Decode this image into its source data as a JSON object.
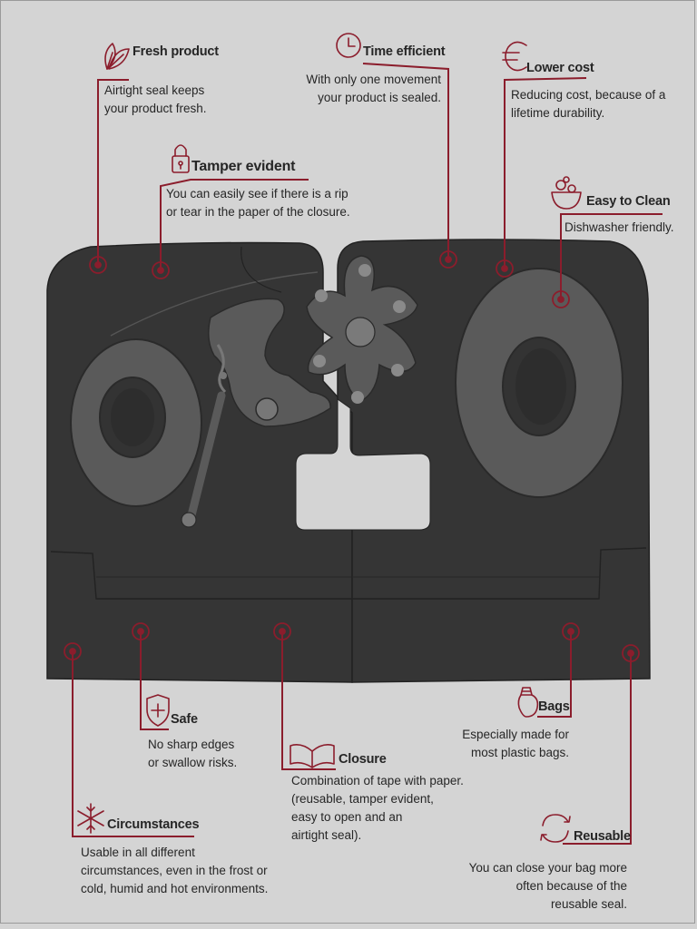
{
  "colors": {
    "background": "#d4d4d4",
    "machine_body": "#353535",
    "machine_parts": "#5a5a5a",
    "accent": "#8b1d2c",
    "text": "#262626"
  },
  "features": {
    "fresh_product": {
      "title": "Fresh product",
      "icon": "leaves-icon",
      "desc": [
        "Airtight seal keeps",
        "your product fresh."
      ]
    },
    "time_efficient": {
      "title": "Time efficient",
      "icon": "clock-icon",
      "desc": [
        "With only one movement",
        "your product is sealed."
      ]
    },
    "lower_cost": {
      "title": "Lower cost",
      "icon": "euro-icon",
      "desc": [
        "Reducing cost, because of a",
        "lifetime durability."
      ]
    },
    "tamper_evident": {
      "title": "Tamper evident",
      "icon": "padlock-icon",
      "desc": [
        "You can easily see if there is a rip",
        "or tear in the paper of the closure."
      ]
    },
    "easy_to_clean": {
      "title": "Easy to Clean",
      "icon": "dish-basin-icon",
      "desc": [
        "Dishwasher friendly."
      ]
    },
    "safe": {
      "title": "Safe",
      "icon": "shield-cross-icon",
      "desc": [
        "No sharp edges",
        "or swallow risks."
      ]
    },
    "bags": {
      "title": "Bags",
      "icon": "bag-icon",
      "desc": [
        "Especially made for",
        "most plastic bags."
      ]
    },
    "closure": {
      "title": "Closure",
      "icon": "open-book-icon",
      "desc": [
        "Combination of tape with paper.",
        "(reusable, tamper evident,",
        "easy to open and an",
        "airtight seal)."
      ]
    },
    "circumstances": {
      "title": "Circumstances",
      "icon": "snowflake-icon",
      "desc": [
        "Usable in all different",
        "circumstances, even in the frost or",
        "cold, humid and hot environments."
      ]
    },
    "reusable": {
      "title": "Reusable",
      "icon": "recycle-arrows-icon",
      "desc": [
        "You can close your bag more",
        "often because of the",
        "reusable seal."
      ]
    }
  }
}
